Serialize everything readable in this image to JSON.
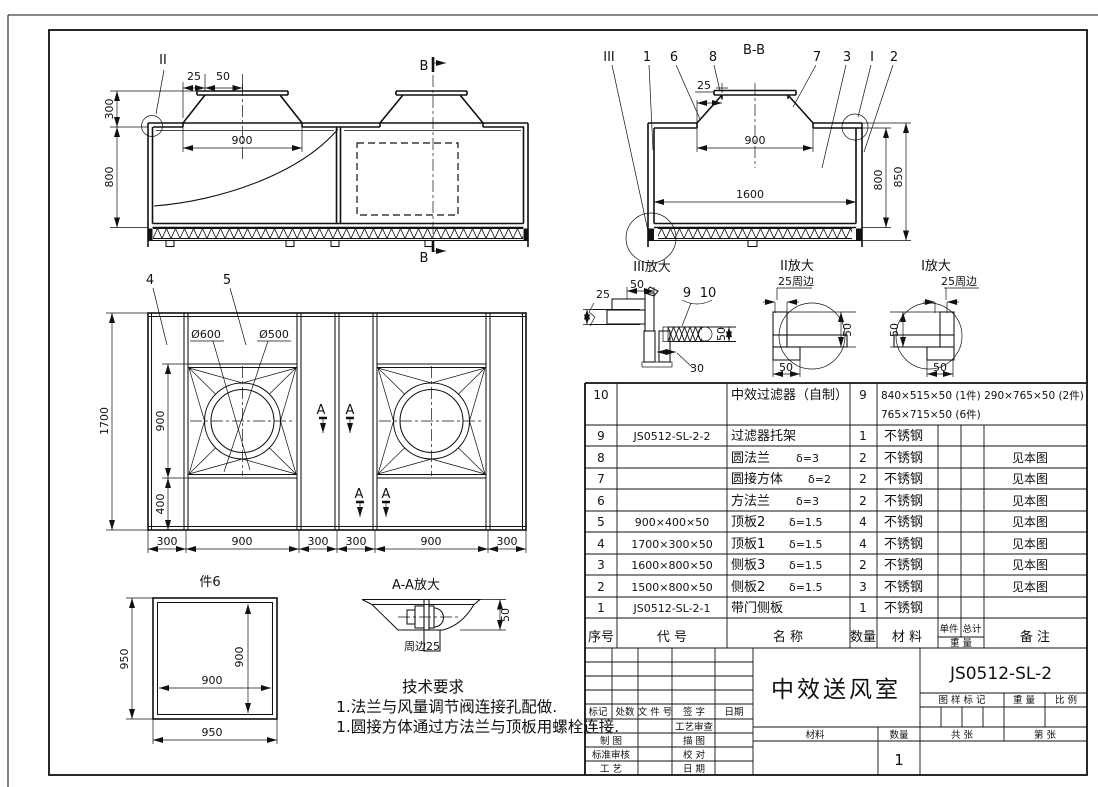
{
  "front_view": {
    "marker_ii": "II",
    "section_top": "B",
    "section_bottom": "B",
    "dim_300": "300",
    "dim_800": "800",
    "dim_25": "25",
    "dim_50": "50",
    "dim_900": "900"
  },
  "section_bb": {
    "title": "B-B",
    "balloon_iii": "III",
    "balloon_1": "1",
    "balloon_6": "6",
    "balloon_8": "8",
    "balloon_7": "7",
    "balloon_3": "3",
    "balloon_i": "I",
    "balloon_2": "2",
    "dim_25": "25",
    "dim_900": "900",
    "dim_1600": "1600",
    "dim_800": "800",
    "dim_850": "850"
  },
  "detail_iii": {
    "title": "III放大",
    "dim_25": "25",
    "dim_50_top": "50",
    "balloon_9": "9",
    "balloon_10": "10",
    "dim_50_right": "50",
    "dim_30": "30"
  },
  "detail_ii": {
    "title": "II放大",
    "edge_note": "25周边",
    "dim_50_right": "50",
    "dim_50_bottom": "50"
  },
  "detail_i": {
    "title": "I放大",
    "edge_note": "25周边",
    "dim_50_left": "50",
    "dim_50_bottom": "50"
  },
  "plan_view": {
    "balloon_4": "4",
    "balloon_5": "5",
    "dia_600": "Ø600",
    "dia_500": "Ø500",
    "dim_1700": "1700",
    "dim_900": "900",
    "dim_400": "400",
    "dim_b1": "300",
    "dim_b2": "900",
    "dim_b3": "300",
    "dim_b4": "300",
    "dim_b5": "900",
    "dim_b6": "300",
    "section_a": "A"
  },
  "part6_view": {
    "title": "件6",
    "dim_950_left": "950",
    "dim_900_v": "900",
    "dim_900_h": "900",
    "dim_950_bottom": "950"
  },
  "detail_aa": {
    "title": "A-A放大",
    "edge_note": "周边25",
    "dim_50": "50"
  },
  "tech_req": {
    "title": "技术要求",
    "line1": "1.法兰与风量调节阀连接孔配做.",
    "line2": "1.圆接方体通过方法兰与顶板用螺栓连接."
  },
  "bom": {
    "header": {
      "seq": "序号",
      "code": "代  号",
      "name": "名   称",
      "qty": "数量",
      "material": "材 料",
      "unit": "单件",
      "total": "总计",
      "weight": "重 量",
      "remark": "备  注"
    },
    "rows": [
      {
        "seq": "10",
        "code": "",
        "name": "中效过滤器（自制）",
        "spec": "",
        "qty": "9",
        "material": "",
        "remark": "",
        "remark_line1": "840×515×50 (1件)  290×765×50 (2件)",
        "remark_line2": "765×715×50 (6件)"
      },
      {
        "seq": "9",
        "code": "JS0512-SL-2-2",
        "name": "过滤器托架",
        "spec": "",
        "qty": "1",
        "material": "不锈钢",
        "remark": ""
      },
      {
        "seq": "8",
        "code": "",
        "name": "圆法兰",
        "spec": "δ=3",
        "qty": "2",
        "material": "不锈钢",
        "remark": "见本图"
      },
      {
        "seq": "7",
        "code": "",
        "name": "圆接方体",
        "spec": "δ=2",
        "qty": "2",
        "material": "不锈钢",
        "remark": "见本图"
      },
      {
        "seq": "6",
        "code": "",
        "name": "方法兰",
        "spec": "δ=3",
        "qty": "2",
        "material": "不锈钢",
        "remark": "见本图"
      },
      {
        "seq": "5",
        "code": "900×400×50",
        "name": "顶板2",
        "spec": "δ=1.5",
        "qty": "4",
        "material": "不锈钢",
        "remark": "见本图"
      },
      {
        "seq": "4",
        "code": "1700×300×50",
        "name": "顶板1",
        "spec": "δ=1.5",
        "qty": "4",
        "material": "不锈钢",
        "remark": "见本图"
      },
      {
        "seq": "3",
        "code": "1600×800×50",
        "name": "侧板3",
        "spec": "δ=1.5",
        "qty": "2",
        "material": "不锈钢",
        "remark": "见本图"
      },
      {
        "seq": "2",
        "code": "1500×800×50",
        "name": "侧板2",
        "spec": "δ=1.5",
        "qty": "3",
        "material": "不锈钢",
        "remark": "见本图"
      },
      {
        "seq": "1",
        "code": "JS0512-SL-2-1",
        "name": "带门侧板",
        "spec": "",
        "qty": "1",
        "material": "不锈钢",
        "remark": ""
      }
    ]
  },
  "title_block": {
    "product": "中效送风室",
    "drawing_no": "JS0512-SL-2",
    "mark": "标记",
    "count": "处数",
    "doc_no": "文 件 号",
    "sign": "签 字",
    "date": "日期",
    "process_audit": "工艺审查",
    "draft": "制 图",
    "trace": "描 图",
    "std_check": "标准审核",
    "proofread": "校 对",
    "craft": "工 艺",
    "date2": "日 期",
    "stamp": "图 样 标 记",
    "weight": "重 量",
    "scale": "比 例",
    "material": "材料",
    "qty_label": "数量",
    "qty_value": "1",
    "sheets_total": "共  张",
    "sheet_no": "第  张"
  }
}
